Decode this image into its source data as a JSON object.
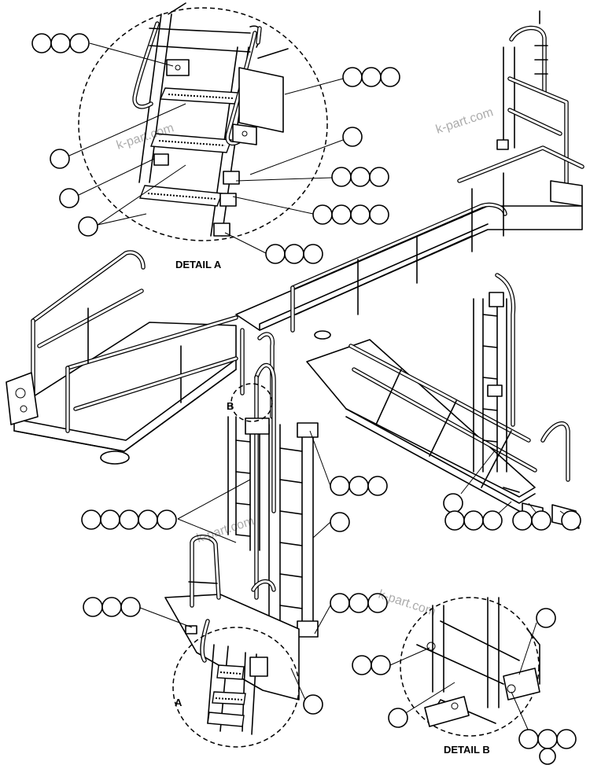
{
  "labels": {
    "detail_a": "DETAIL A",
    "detail_b": "DETAIL B",
    "view_a": "A",
    "view_b": "B"
  },
  "watermark": "k-part.com"
}
